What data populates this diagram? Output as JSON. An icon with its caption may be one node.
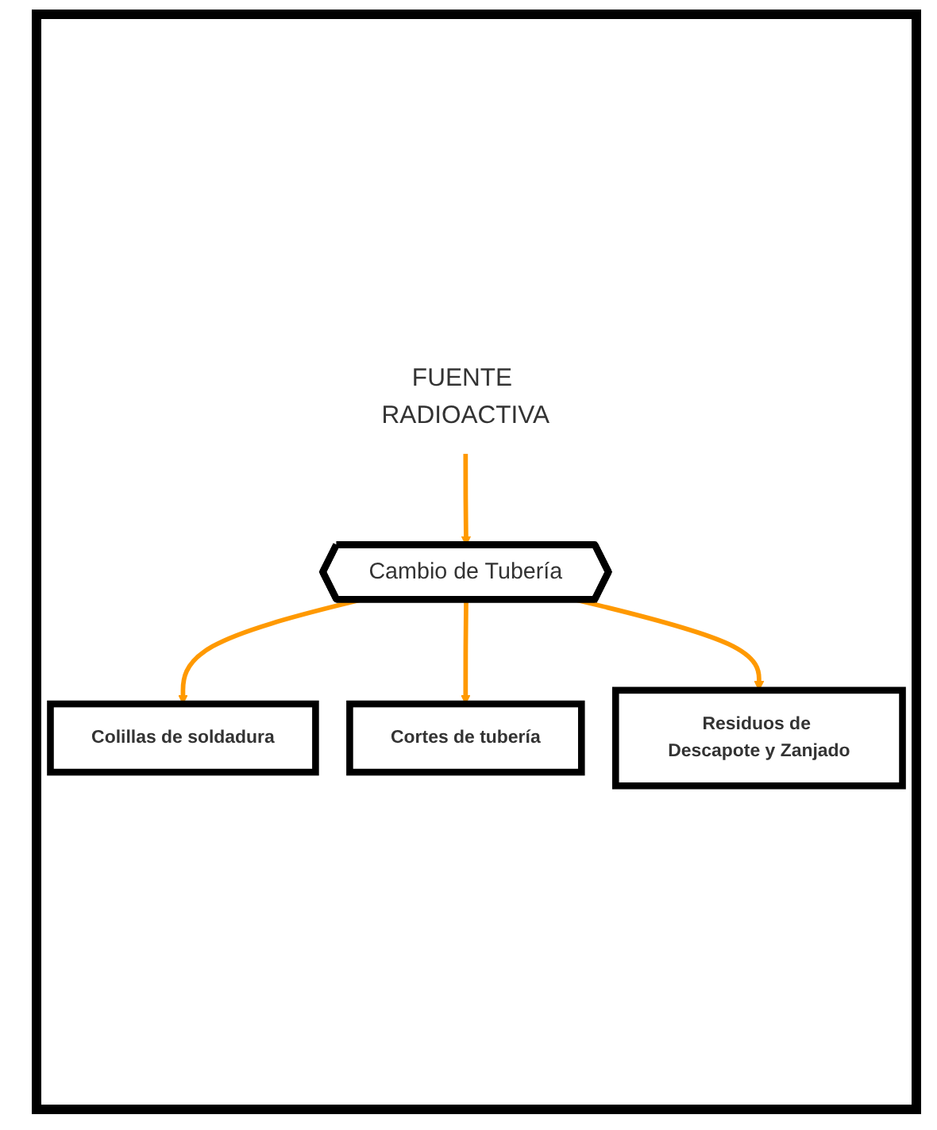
{
  "diagram": {
    "nodes": [
      {
        "text": [
          "FUENTE RADIOACTIVA"
        ]
      },
      {
        "text": [
          "Cambio de Tubería"
        ]
      },
      {
        "text": [
          "Colillas de soldadura"
        ]
      },
      {
        "text": [
          "Cortes de tubería"
        ]
      },
      {
        "text": [
          "Residuos de Descapote y Zanjado"
        ]
      }
    ],
    "edges": [
      {
        "from": 0,
        "to": 1,
        "arrow": "to"
      },
      {
        "from": 1,
        "to": 2,
        "arrow": "to"
      },
      {
        "from": 1,
        "to": 3,
        "arrow": "to"
      },
      {
        "from": 1,
        "to": 4,
        "arrow": "to"
      }
    ]
  }
}
